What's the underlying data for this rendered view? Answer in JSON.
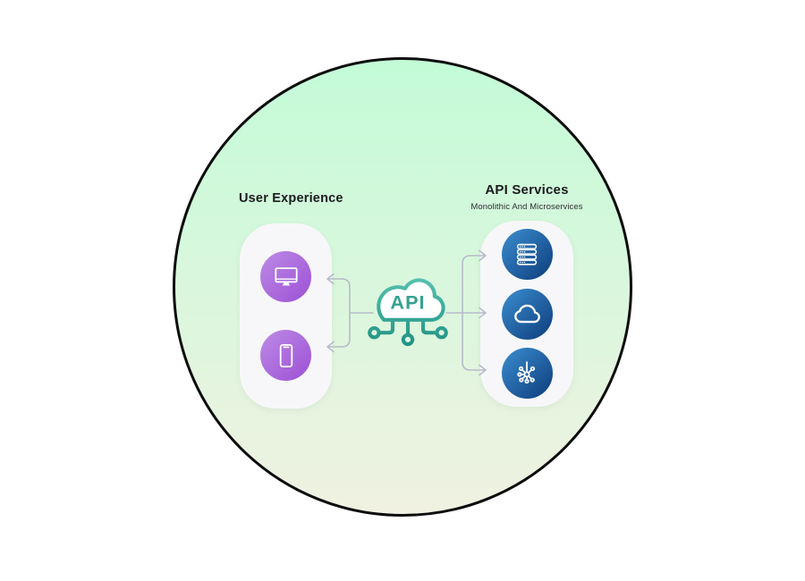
{
  "background": {
    "shape": "circle",
    "gradient_top_color": "#c3fbd7",
    "gradient_bottom_color": "#f0f1e1",
    "border_color": "#000000"
  },
  "user_experience": {
    "title": "User Experience",
    "icon_gradient": [
      "#bd8be6",
      "#9c50d4"
    ],
    "items": [
      {
        "icon": "desktop-monitor-icon"
      },
      {
        "icon": "smartphone-icon"
      }
    ]
  },
  "api_hub": {
    "label": "API",
    "accent_color": "#35a191"
  },
  "api_services": {
    "title": "API Services",
    "subtitle": "Monolithic And Microservices",
    "icon_gradient": [
      "#3b8ed0",
      "#0d3c7b"
    ],
    "items": [
      {
        "icon": "server-rack-icon"
      },
      {
        "icon": "cloud-icon"
      },
      {
        "icon": "network-hub-icon"
      }
    ]
  },
  "connector_color": "#b7bbc9"
}
